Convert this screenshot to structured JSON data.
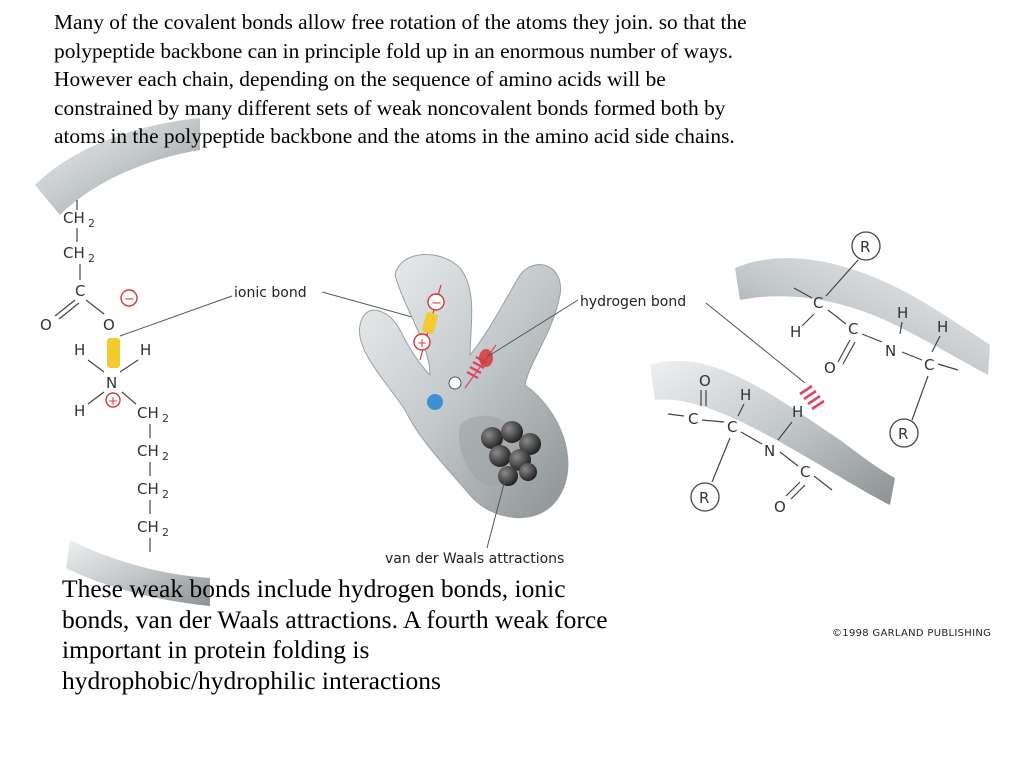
{
  "top_paragraph": "Many of the covalent bonds allow free rotation of the atoms they join. so that the\npolypeptide backbone can in principle fold up in an enormous number of ways.\nHowever each chain, depending on the sequence of amino acids will be\nconstrained by many different sets of weak noncovalent bonds formed both by\natoms in the polypeptide  backbone and the atoms in the amino acid side chains.",
  "bottom_paragraph": "These weak bonds include hydrogen bonds, ionic\nbonds, van der Waals attractions.  A fourth weak force\nimportant in protein folding is\nhydrophobic/hydrophilic interactions",
  "figure": {
    "labels": {
      "ionic_bond": "ionic bond",
      "hydrogen_bond": "hydrogen bond",
      "van_der_waals": "van der Waals attractions"
    },
    "credit": "©1998 GARLAND PUBLISHING",
    "left_chain": {
      "ch2": "CH",
      "sub2": "2",
      "c": "C",
      "o": "O",
      "n": "N",
      "h": "H",
      "minus": "−",
      "plus": "+"
    },
    "right_chain": {
      "r": "R",
      "c": "C",
      "n": "N",
      "h": "H",
      "o": "O"
    },
    "colors": {
      "tube": "#c9cdcf",
      "tube_shadow": "#8f9597",
      "ionic_yellow": "#f2cc2e",
      "hbond_pink": "#e0435f",
      "charge_red": "#d23a3a",
      "atom_blue": "#3f8fd6",
      "vdw_dark": "#3a3a3a"
    }
  }
}
